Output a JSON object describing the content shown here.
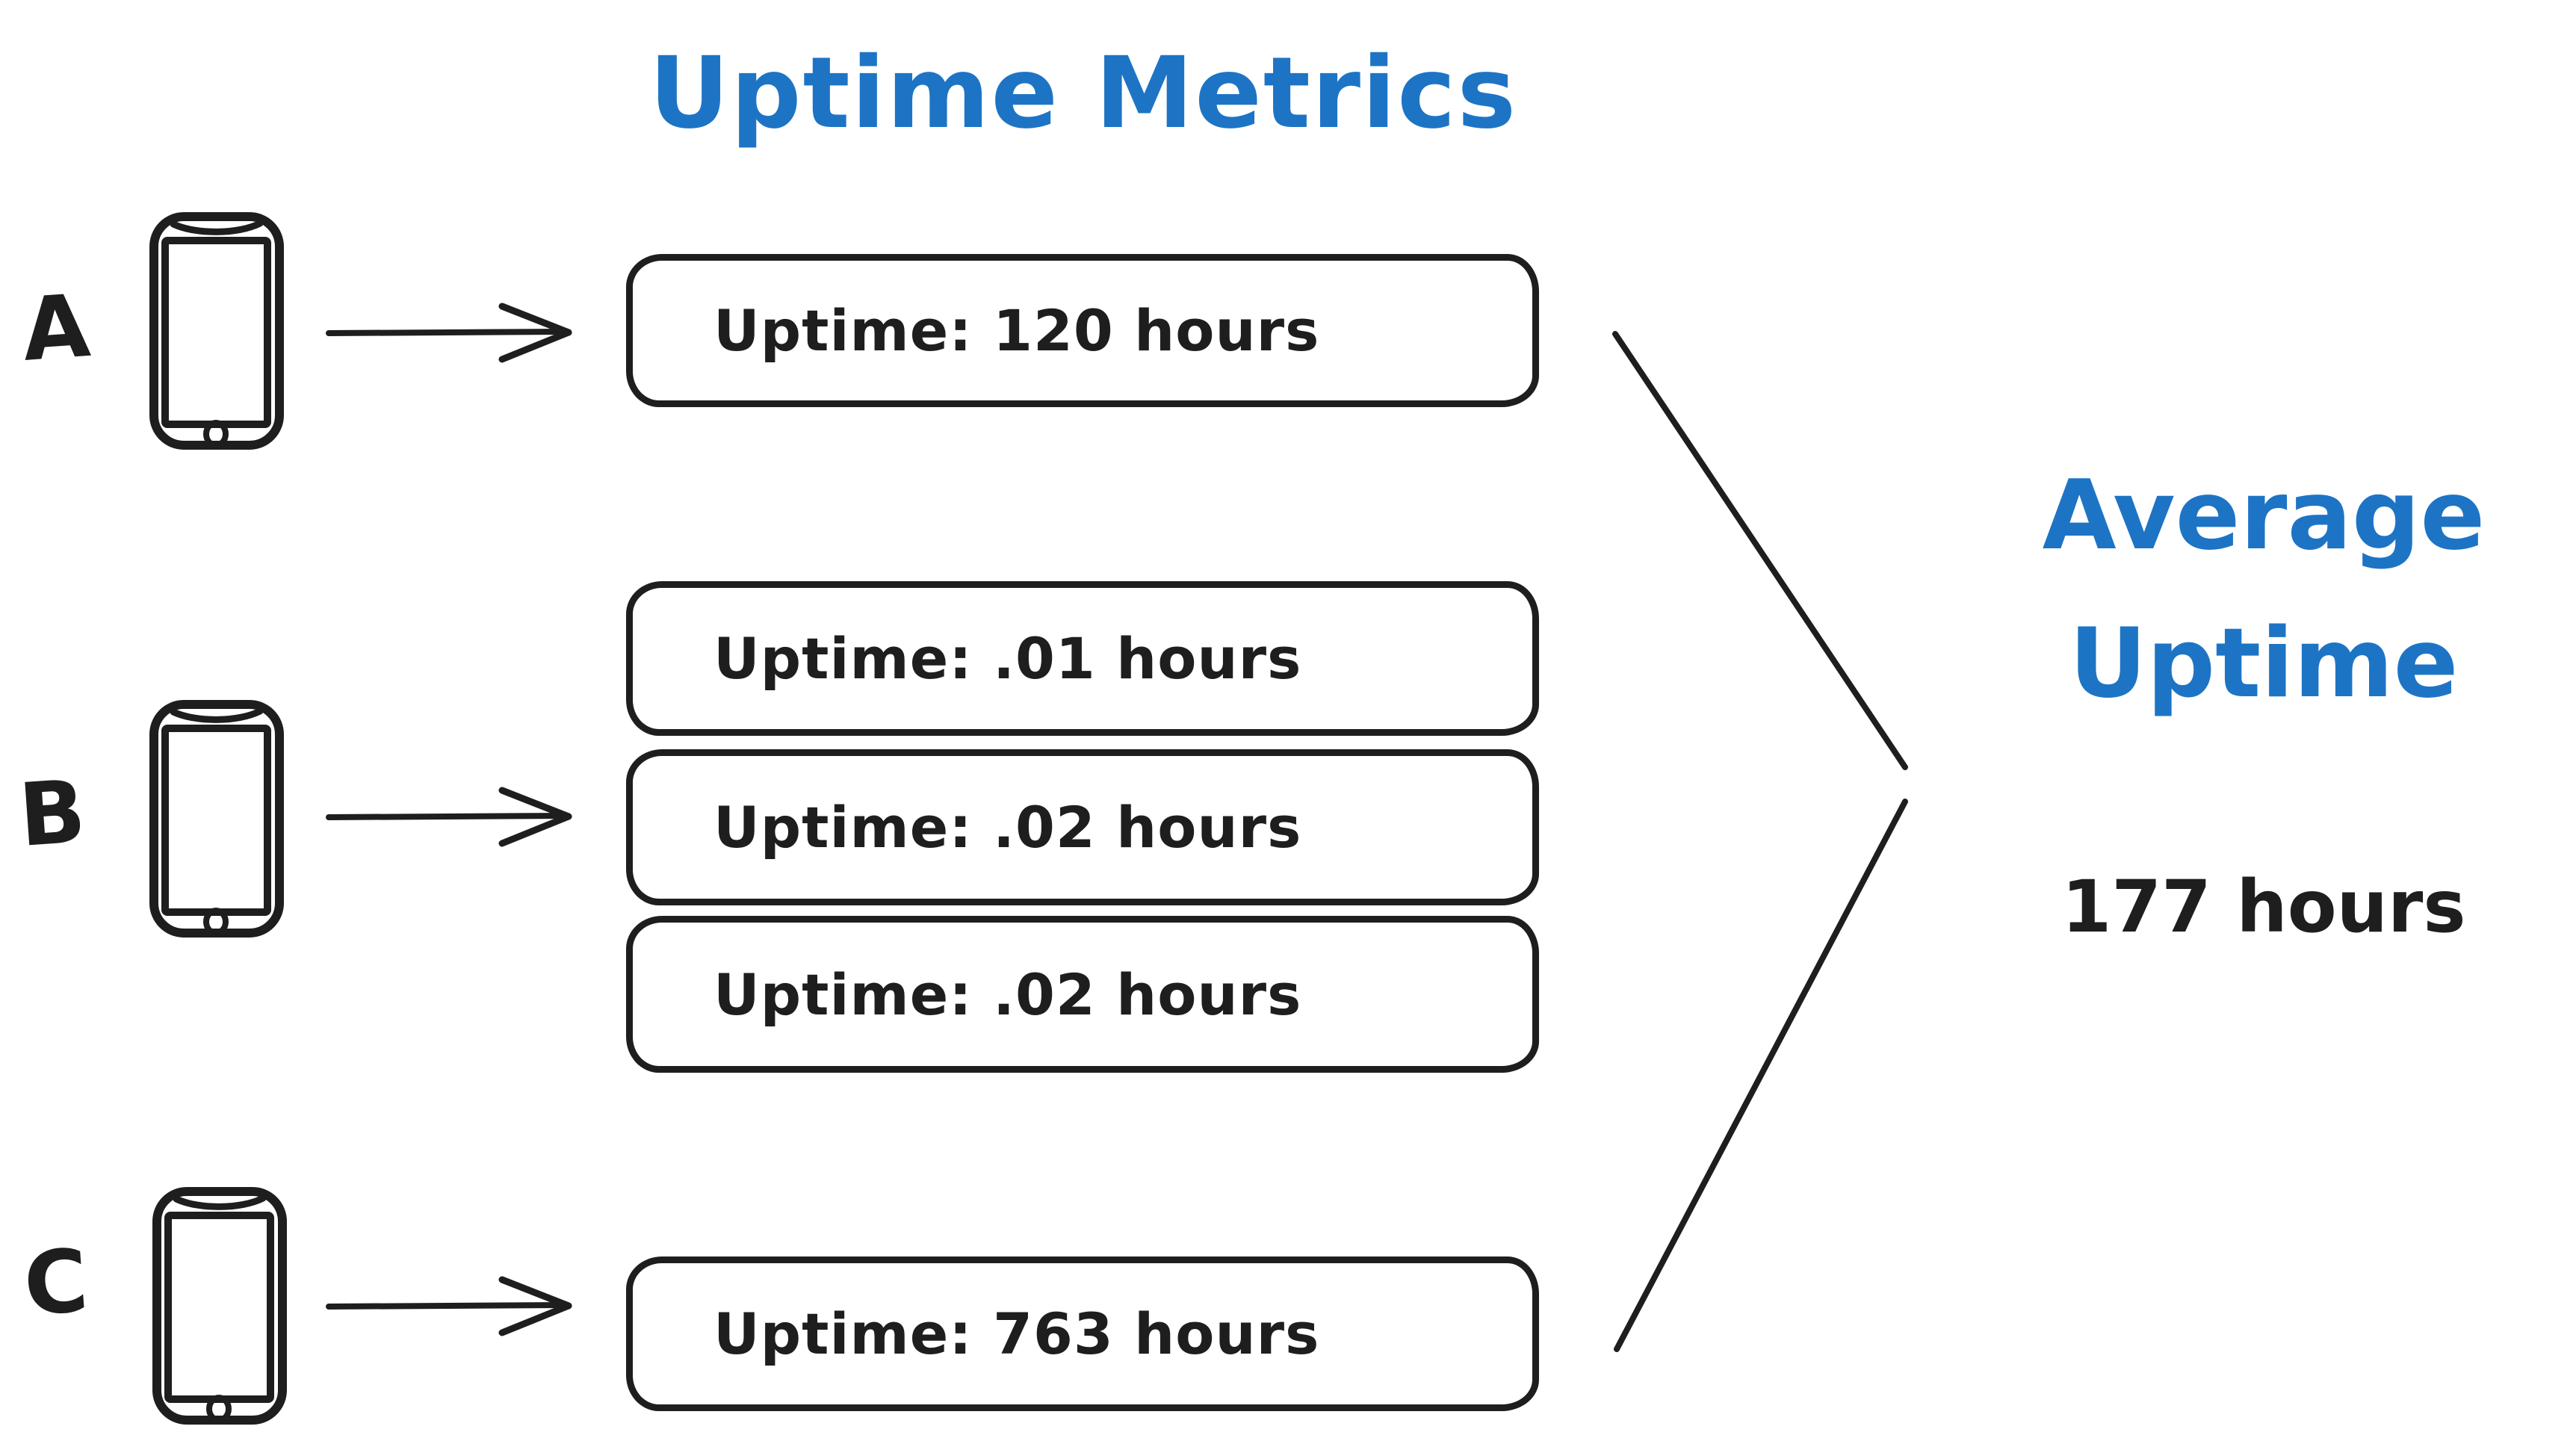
{
  "title": "Uptime Metrics",
  "colors": {
    "accent": "#1d74c5",
    "ink": "#1e1e1e",
    "background": "#ffffff"
  },
  "icons": {
    "device": "smartphone-icon",
    "flow": "arrow-right-icon",
    "merge": "chevron-merge-icon"
  },
  "devices": [
    {
      "label": "A",
      "metrics": [
        "Uptime: 120 hours"
      ]
    },
    {
      "label": "B",
      "metrics": [
        "Uptime: .01 hours",
        "Uptime: .02 hours",
        "Uptime: .02 hours"
      ]
    },
    {
      "label": "C",
      "metrics": [
        "Uptime: 763 hours"
      ]
    }
  ],
  "result": {
    "heading_line1": "Average",
    "heading_line2": "Uptime",
    "value": "177 hours"
  }
}
